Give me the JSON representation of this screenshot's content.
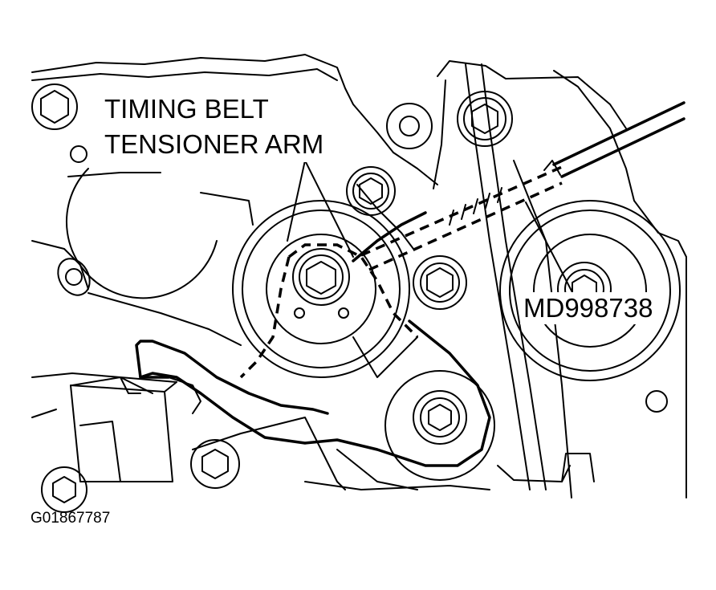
{
  "labels": {
    "tensioner_arm_line1": "TIMING BELT",
    "tensioner_arm_line2": "TENSIONER ARM",
    "special_tool": "MD998738",
    "figure_id": "G01867787"
  }
}
